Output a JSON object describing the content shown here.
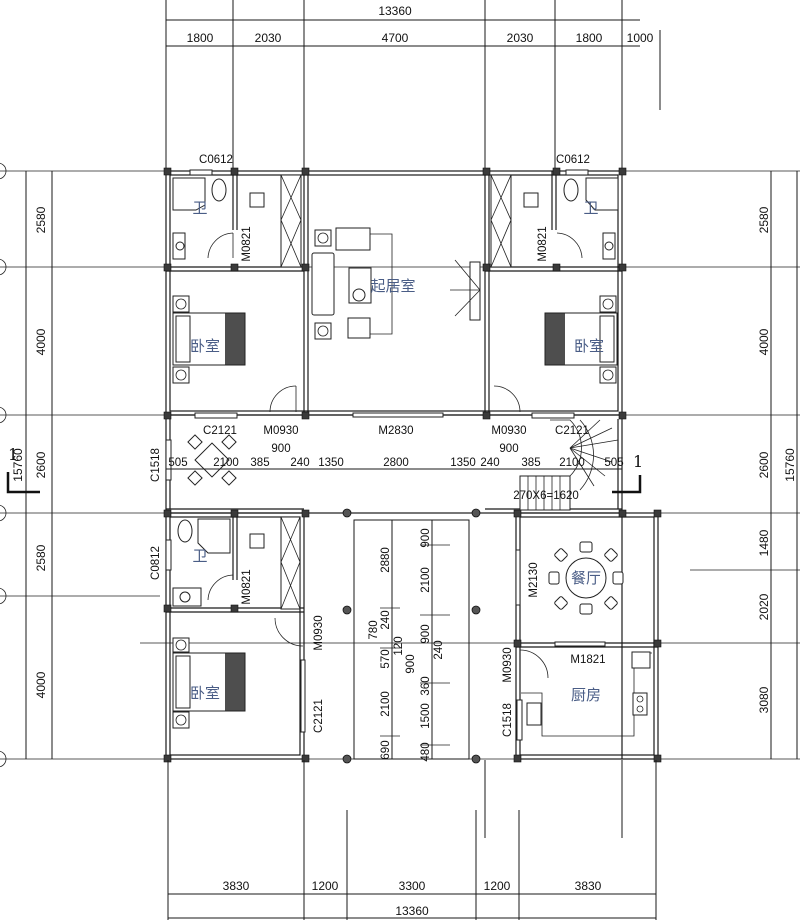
{
  "drawing": {
    "type": "floor-plan",
    "overall_width": "13360",
    "overall_depth": "15760",
    "section_mark": "1"
  },
  "top_dimensions": {
    "total": "13360",
    "segments": [
      "1800",
      "2030",
      "4700",
      "2030",
      "1800",
      "1000"
    ]
  },
  "bottom_dimensions": {
    "total": "13360",
    "segments": [
      "3830",
      "1200",
      "3300",
      "1200",
      "3830"
    ]
  },
  "left_dimensions": {
    "total": "15760",
    "segments": [
      "2580",
      "4000",
      "2600",
      "2580",
      "4000"
    ]
  },
  "right_dimensions": {
    "total": "15760",
    "segments": [
      "2580",
      "4000",
      "2600",
      "1480",
      "2020",
      "3080"
    ]
  },
  "rooms": {
    "bath_top_left": "卫",
    "bath_top_right": "卫",
    "bath_bottom_left": "卫",
    "living_room": "起居室",
    "bedroom_top_left": "卧室",
    "bedroom_top_right": "卧室",
    "bedroom_bottom_left": "卧室",
    "dining_room": "餐厅",
    "kitchen": "厨房"
  },
  "openings": {
    "c0612_left": "C0612",
    "c0612_right": "C0612",
    "m0821_tl": "M0821",
    "m0821_tr": "M0821",
    "m0821_bl": "M0821",
    "c2121_left": "C2121",
    "c2121_right": "C2121",
    "m0930_left": "M0930",
    "m0930_right": "M0930",
    "m2830": "M2830",
    "c1518_left": "C1518",
    "c0812": "C0812",
    "m0930_bottom": "M0930",
    "c2121_bottom": "C2121",
    "m2130": "M2130",
    "m1821": "M1821",
    "m0930_kitchen": "M0930",
    "c1518_kitchen": "C1518"
  },
  "mid_dimensions": {
    "row": [
      "505",
      "2100",
      "385",
      "240",
      "1350",
      "2800",
      "1350",
      "240",
      "385",
      "2100",
      "505"
    ],
    "door_width_left": "900",
    "door_width_right": "900",
    "stair": "270X6=1620"
  },
  "courtyard_dimensions": {
    "left_col": [
      "2880",
      "240",
      "780",
      "120",
      "570",
      "2100",
      "690"
    ],
    "mid_col": [
      "900"
    ],
    "right_col": [
      "900",
      "2100",
      "900",
      "240",
      "360",
      "1500",
      "480"
    ]
  }
}
